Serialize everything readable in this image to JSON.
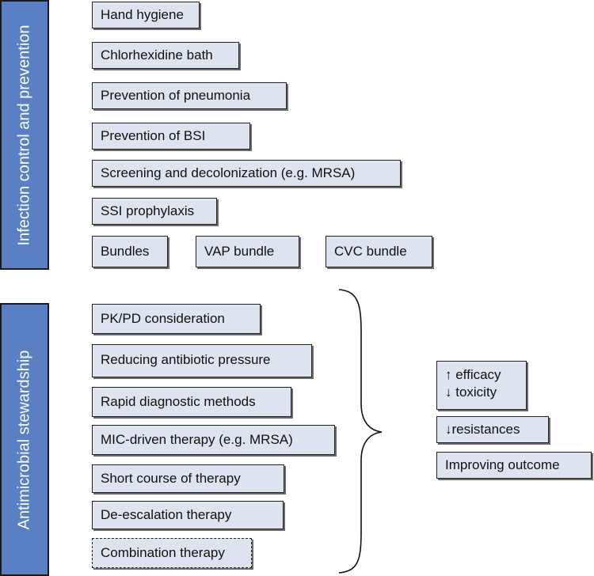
{
  "sections": {
    "infection": {
      "label": "Infection control and prevention",
      "items": [
        "Hand hygiene",
        "Chlorhexidine bath",
        "Prevention of pneumonia",
        "Prevention of BSI",
        "Screening and decolonization (e.g. MRSA)",
        "SSI prophylaxis"
      ],
      "bundles": {
        "label": "Bundles",
        "vap": "VAP bundle",
        "cvc": "CVC bundle"
      }
    },
    "stewardship": {
      "label": "Antimicrobial stewardship",
      "items": [
        "PK/PD consideration",
        "Reducing antibiotic pressure",
        "Rapid diagnostic methods",
        "MIC-driven therapy (e.g. MRSA)",
        "Short course of therapy",
        "De-escalation therapy",
        "Combination therapy"
      ]
    }
  },
  "outcomes": {
    "efficacy": "↑ efficacy",
    "toxicity": "↓ toxicity",
    "resistances": "↓resistances",
    "improving": "Improving outcome"
  }
}
